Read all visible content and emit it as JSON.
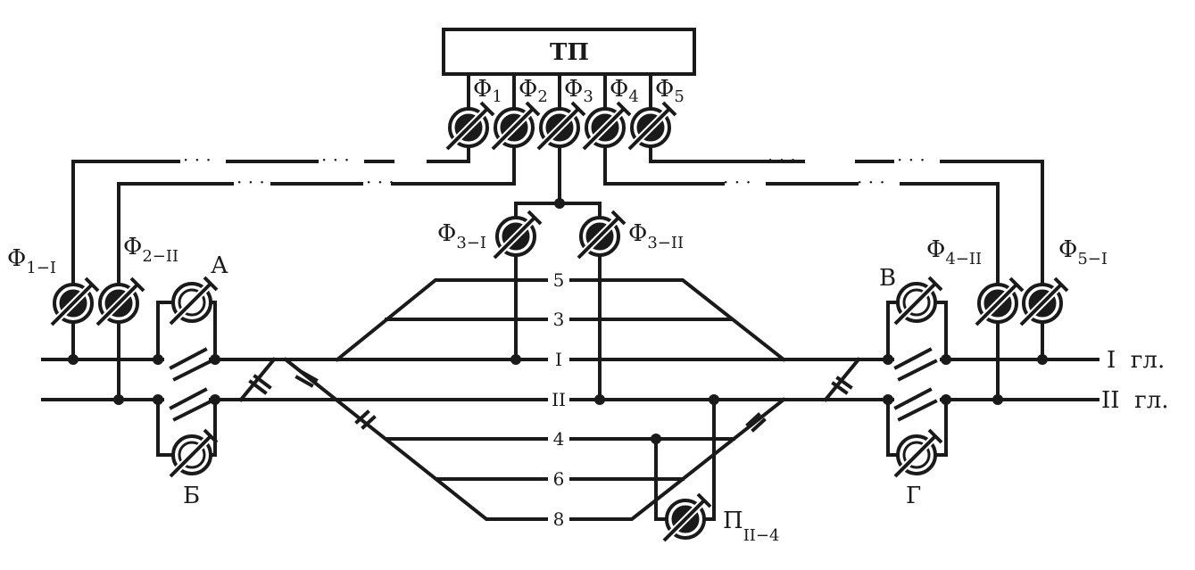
{
  "substation": {
    "label": "ТП"
  },
  "feeders": {
    "f1": {
      "main": "Φ",
      "sub": "1"
    },
    "f2": {
      "main": "Φ",
      "sub": "2"
    },
    "f3": {
      "main": "Φ",
      "sub": "3"
    },
    "f4": {
      "main": "Φ",
      "sub": "4"
    },
    "f5": {
      "main": "Φ",
      "sub": "5"
    },
    "f1_I": {
      "main": "Φ",
      "sub": "1−I"
    },
    "f2_II": {
      "main": "Φ",
      "sub": "2−II"
    },
    "f3_I": {
      "main": "Φ",
      "sub": "3−I"
    },
    "f3_II": {
      "main": "Φ",
      "sub": "3−II"
    },
    "f4_II": {
      "main": "Φ",
      "sub": "4−II"
    },
    "f5_I": {
      "main": "Φ",
      "sub": "5−I"
    },
    "p_II_4": {
      "main": "П",
      "sub": "II−4"
    }
  },
  "disconnectors": {
    "a": "А",
    "b": "Б",
    "v": "В",
    "g": "Г"
  },
  "tracks": {
    "t5": "5",
    "t3": "3",
    "tI": "I",
    "tII": "II",
    "t4": "4",
    "t6": "6",
    "t8": "8"
  },
  "main_tracks": {
    "I": "I  гл.",
    "II": "II  гл."
  },
  "dash_gap": "· · ·",
  "colors": {
    "line": "#1a1a1a",
    "background": "#ffffff"
  }
}
